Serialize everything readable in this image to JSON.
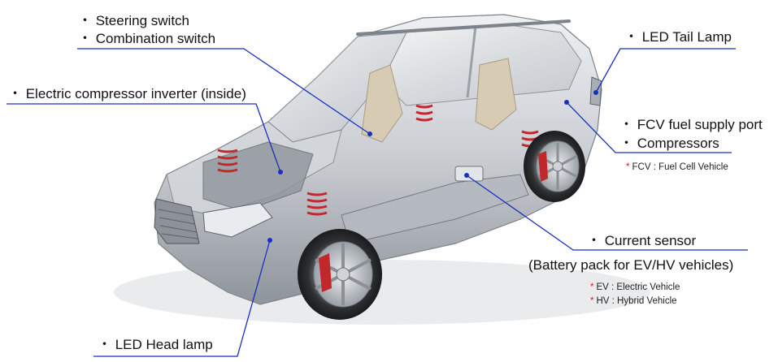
{
  "labels": {
    "steering_switch": "・ Steering switch",
    "combination_switch": "・ Combination switch",
    "compressor_inverter": "・ Electric compressor inverter (inside)",
    "led_tail_lamp": "・ LED Tail Lamp",
    "fcv_fuel_port": "・ FCV fuel supply port",
    "compressors": "・ Compressors",
    "current_sensor": "・ Current sensor",
    "battery_pack": "(Battery pack for EV/HV vehicles)",
    "led_head_lamp": "・ LED Head lamp"
  },
  "notes": {
    "fcv": {
      "mark": "*",
      "text": "FCV : Fuel Cell Vehicle"
    },
    "ev": {
      "mark": "*",
      "text": "EV : Electric Vehicle"
    },
    "hv": {
      "mark": "*",
      "text": "HV : Hybrid Vehicle"
    }
  },
  "colors": {
    "leader_line": "#1a2fbf",
    "note_asterisk": "#d81b1b",
    "car_body": "#c9cdd2",
    "brake_red": "#c0282b"
  }
}
